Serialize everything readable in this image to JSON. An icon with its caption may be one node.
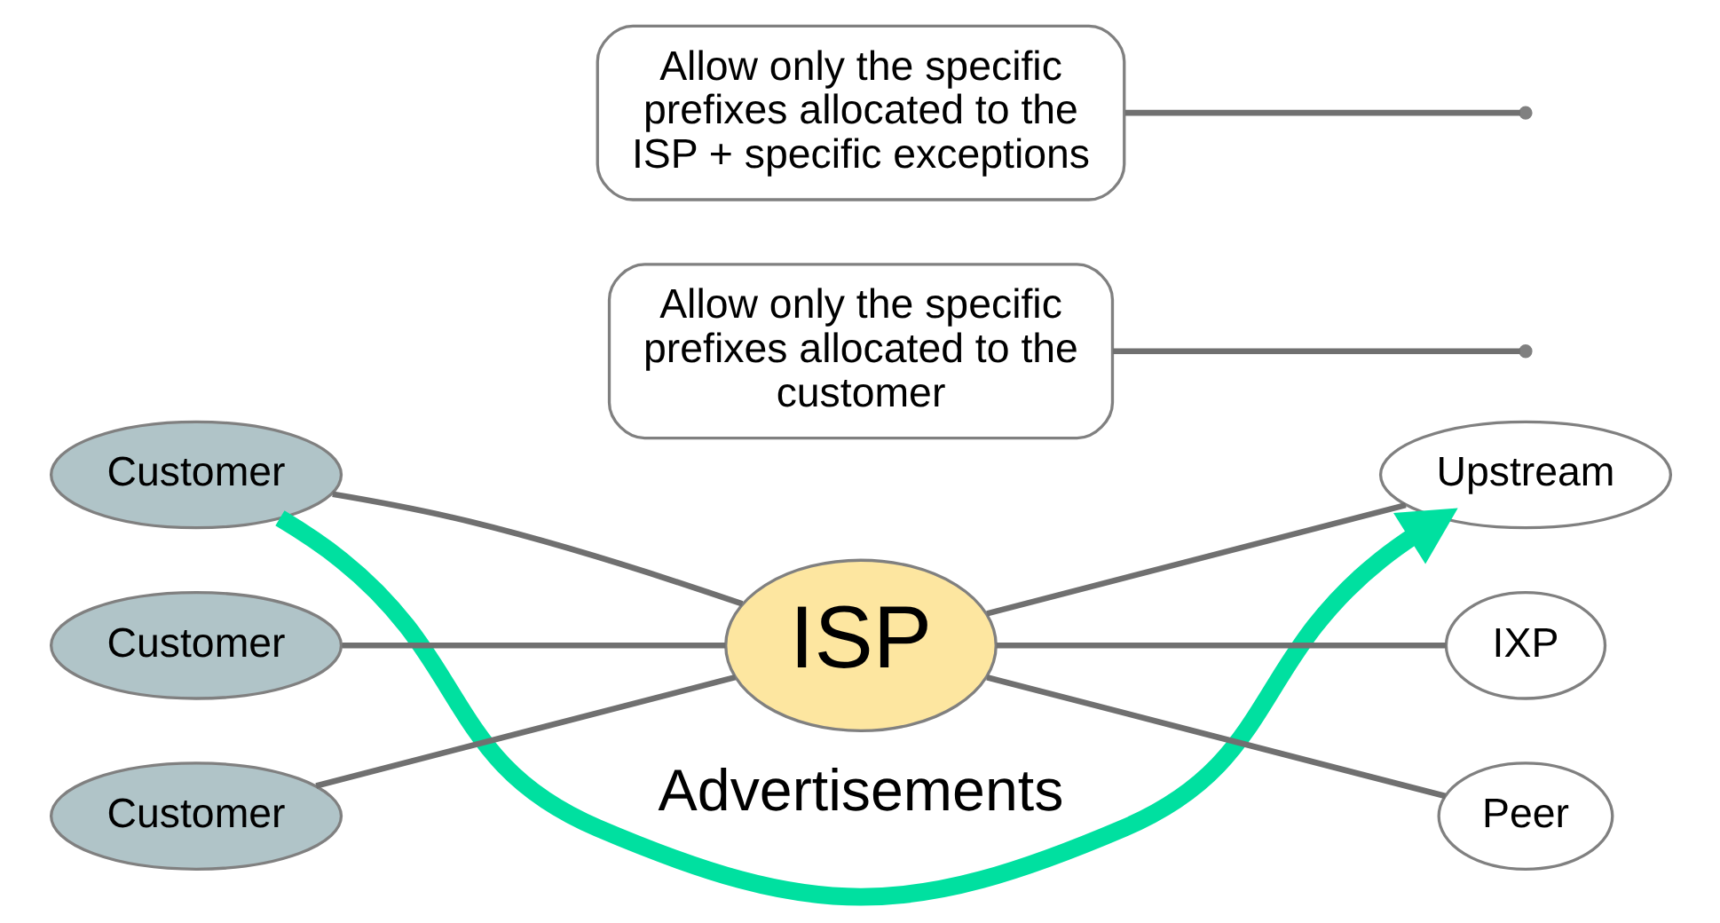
{
  "diagram": {
    "nodes": [
      {
        "text": [
          "Customer"
        ]
      },
      {
        "text": [
          "Customer"
        ]
      },
      {
        "text": [
          "Customer"
        ]
      },
      {
        "text": [
          "ISP"
        ]
      },
      {
        "text": [
          "Upstream"
        ]
      },
      {
        "text": [
          "IXP"
        ]
      },
      {
        "text": [
          "Peer"
        ]
      },
      {
        "text": [
          "Allow only the specific prefixes allocated to the customer"
        ]
      },
      {
        "text": [
          "Allow only the specific prefixes allocated to the ISP + specific exceptions"
        ]
      }
    ],
    "edges": [
      {
        "from": 0,
        "to": 4,
        "arrow": "to",
        "label": "Advertisements",
        "style": "thick",
        "color": "#00e0a0"
      },
      {
        "from": 0,
        "to": 3,
        "arrow": "none"
      },
      {
        "from": 1,
        "to": 3,
        "arrow": "none"
      },
      {
        "from": 2,
        "to": 3,
        "arrow": "none"
      },
      {
        "from": 3,
        "to": 4,
        "arrow": "none"
      },
      {
        "from": 3,
        "to": 5,
        "arrow": "none"
      },
      {
        "from": 3,
        "to": 6,
        "arrow": "none"
      },
      {
        "from": 7,
        "to": null,
        "arrow": "none"
      },
      {
        "from": 8,
        "to": null,
        "arrow": "none"
      }
    ]
  }
}
